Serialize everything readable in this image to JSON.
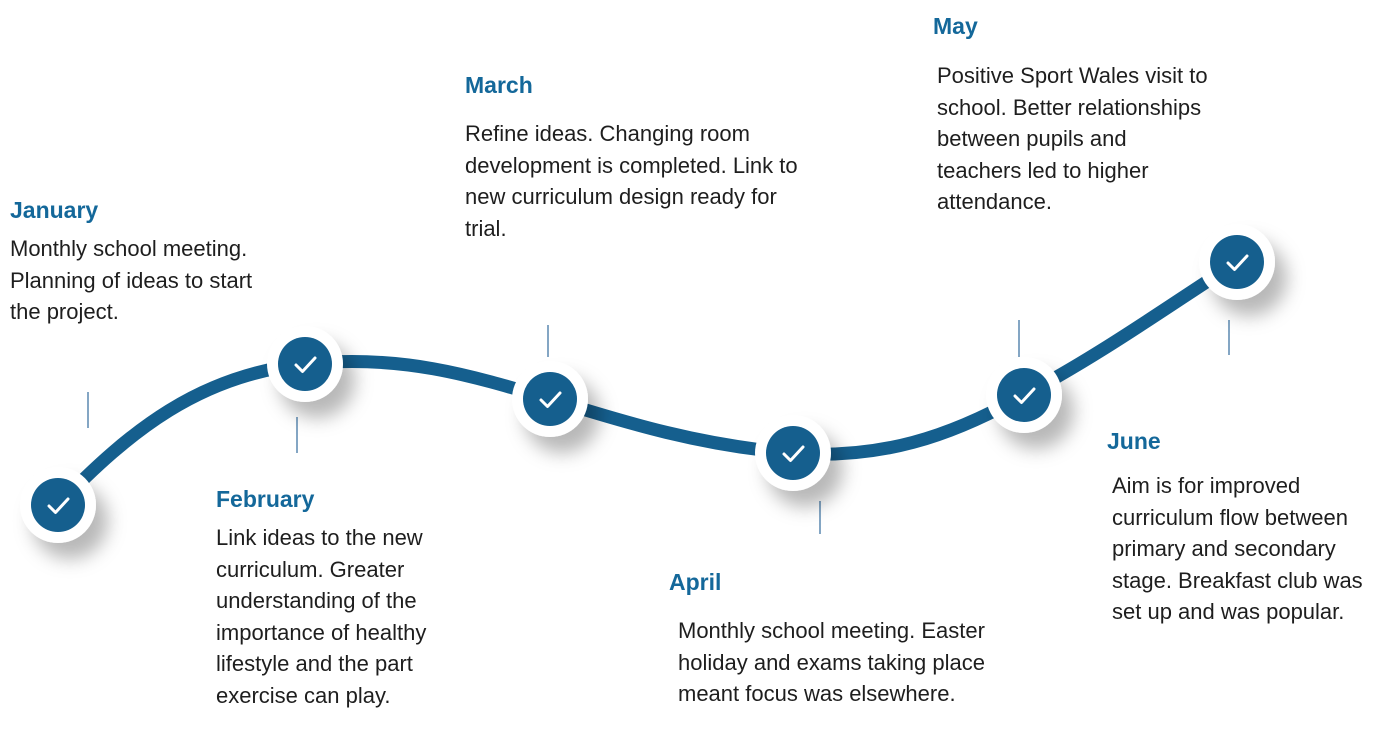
{
  "colors": {
    "track": "#155f8e",
    "node_fill": "#155f8e",
    "node_ring": "#ffffff",
    "connector": "#5a88b0",
    "title": "#14689a",
    "body_text": "#1e1e1e"
  },
  "node_icon": "check-icon",
  "milestones": [
    {
      "month": "January",
      "text": "Monthly school meeting. Planning of ideas to start the project."
    },
    {
      "month": "February",
      "text": "Link ideas to the new curriculum. Greater understanding of the importance of healthy lifestyle and the part exercise can play."
    },
    {
      "month": "March",
      "text": "Refine ideas. Changing room development is completed. Link to new curriculum design ready for trial."
    },
    {
      "month": "April",
      "text": "Monthly school meeting. Easter holiday and exams taking place meant focus was elsewhere."
    },
    {
      "month": "May",
      "text": "Positive Sport Wales visit to school. Better relationships between pupils and teachers led to higher attendance."
    },
    {
      "month": "June",
      "text": "Aim is for improved curriculum flow between primary and secondary stage. Breakfast club was set up and was popular."
    }
  ]
}
